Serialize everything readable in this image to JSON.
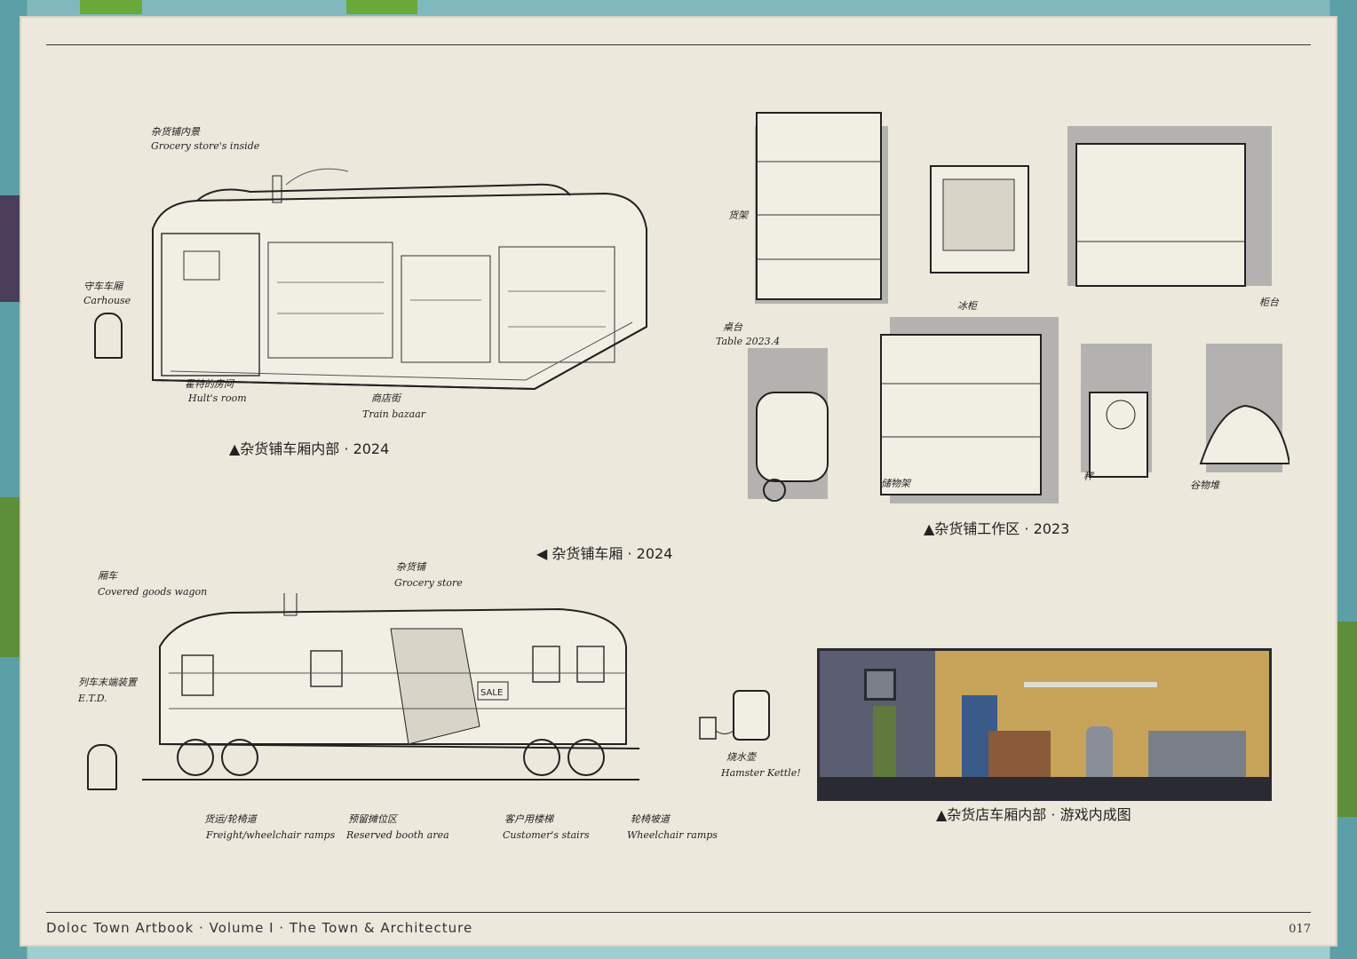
{
  "captions": {
    "interior": "▲杂货铺车厢内部 · 2024",
    "workspace": "▲杂货铺工作区 · 2023",
    "wagon": "◀ 杂货铺车厢 · 2024",
    "game": "▲杂货店车厢内部 · 游戏内成图"
  },
  "annotations_interior": {
    "title_cn": "杂货铺内景",
    "title_en": "Grocery store's inside",
    "carhouse_cn": "守车车厢",
    "carhouse_en": "Carhouse",
    "hult_cn": "霍特的房间",
    "hult_en": "Hult's room",
    "bazaar_cn": "商店街",
    "bazaar_en": "Train bazaar"
  },
  "annotations_workspace": {
    "shelf": "货架",
    "fridge": "冰柜",
    "counter": "柜台",
    "table_cn": "桌台",
    "table_en": "Table 2023.4",
    "storage": "储物架",
    "scale": "秤",
    "grain": "谷物堆"
  },
  "annotations_wagon": {
    "wagon_cn": "厢车",
    "wagon_en": "Covered goods wagon",
    "grocery_cn": "杂货铺",
    "grocery_en": "Grocery store",
    "etd_cn": "列车末端装置",
    "etd_en": "E.T.D.",
    "sale": "SALE",
    "kettle_cn": "烧水壶",
    "kettle_en": "Hamster Kettle!",
    "freight_cn": "货运/轮椅道",
    "freight_en": "Freight/wheelchair ramps",
    "booth_cn": "预留摊位区",
    "booth_en": "Reserved booth area",
    "stairs_cn": "客户用楼梯",
    "stairs_en": "Customer's stairs",
    "wheel_cn": "轮椅坡道",
    "wheel_en": "Wheelchair ramps"
  },
  "footer": {
    "title": "Doloc Town Artbook · Volume I · The Town & Architecture",
    "page": "017"
  }
}
